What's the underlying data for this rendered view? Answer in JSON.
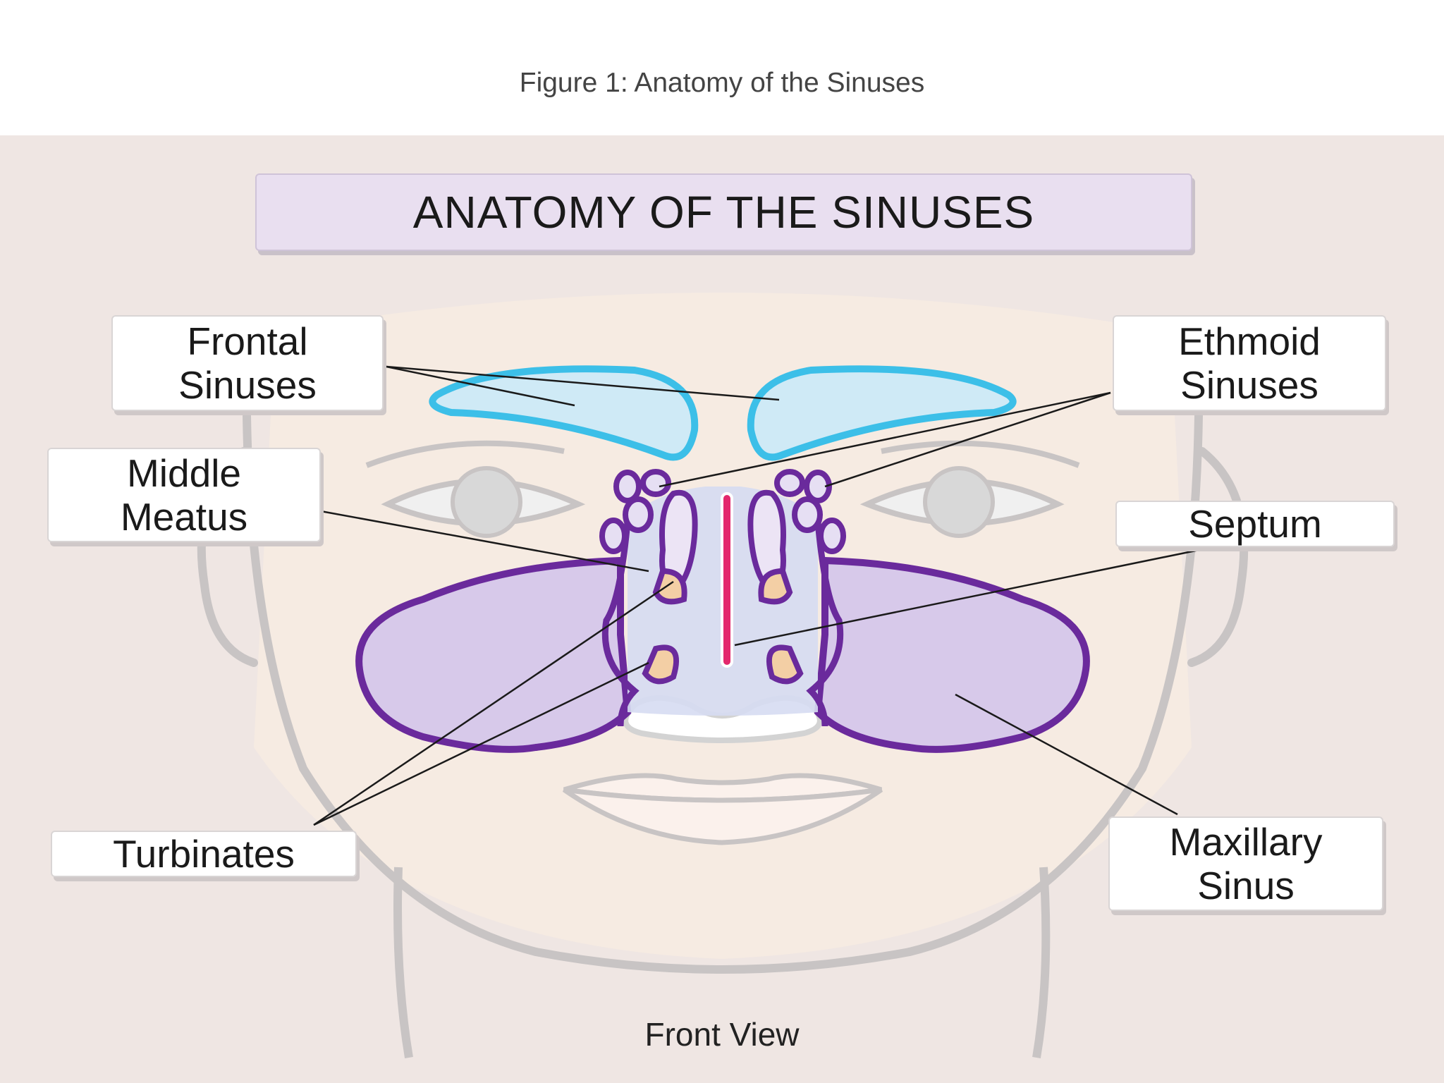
{
  "figure_caption": "Figure 1: Anatomy of the Sinuses",
  "diagram_title": "ANATOMY OF THE SINUSES",
  "labels": {
    "frontal_sinuses": [
      "Frontal",
      "Sinuses"
    ],
    "ethmoid_sinuses": [
      "Ethmoid",
      "Sinuses"
    ],
    "middle_meatus": [
      "Middle",
      "Meatus"
    ],
    "septum": [
      "Septum"
    ],
    "turbinates": [
      "Turbinates"
    ],
    "maxillary_sinus": [
      "Maxillary",
      "Sinus"
    ]
  },
  "view_label": "Front View",
  "colors": {
    "background_panel": "#efe6e3",
    "face_fill": "#f7ebe2",
    "face_outline": "#c8c4c4",
    "frontal_sinus_outline": "#3cbfe8",
    "frontal_sinus_fill": "#cfeaf6",
    "sinus_outline": "#6a2a9c",
    "maxillary_fill": "#d7c9ea",
    "turbinate_fill": "#f3cfa5",
    "septum": "#e3286d",
    "leader_line": "#1a1a1a",
    "title_box": "#e9dff0"
  }
}
